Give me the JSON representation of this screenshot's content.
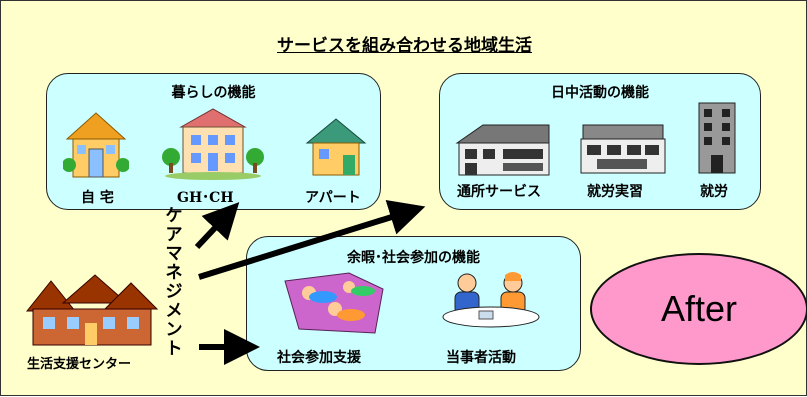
{
  "title": "サービスを組み合わせる地域生活",
  "living": {
    "header": "暮らしの機能",
    "items": [
      "自 宅",
      "GH･CH",
      "アパート"
    ]
  },
  "daytime": {
    "header": "日中活動の機能",
    "items": [
      "通所サービス",
      "就労実習",
      "就労"
    ]
  },
  "leisure": {
    "header": "余暇･社会参加の機能",
    "items": [
      "社会参加支援",
      "当事者活動"
    ]
  },
  "center": {
    "label": "生活支援センター"
  },
  "care_management": "ケアマネジメント",
  "after": "After",
  "colors": {
    "background": "#ffffcc",
    "box_fill": "#ccffff",
    "after_fill": "#ff99cc"
  }
}
